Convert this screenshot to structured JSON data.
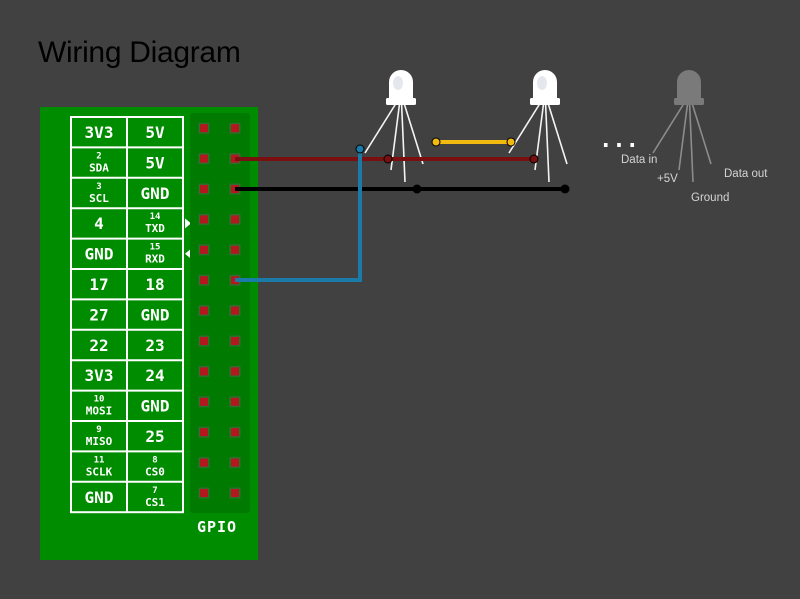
{
  "title": "Wiring Diagram",
  "header_label": "GPIO",
  "ellipsis": "...",
  "colors": {
    "background": "#414141",
    "board": "#008c00",
    "pin": "#b3181d",
    "wire_5v": "#7a0f0f",
    "wire_ground": "#000000",
    "wire_data": "#1a7aa8",
    "wire_link": "#f2b90e",
    "led": "#ffffff",
    "led_faded": "#7a7a7a"
  },
  "pin_rows": [
    {
      "left": {
        "main": "3V3",
        "sub": ""
      },
      "right": {
        "main": "5V",
        "sub": ""
      }
    },
    {
      "left": {
        "main": "SDA",
        "sub": "2"
      },
      "right": {
        "main": "5V",
        "sub": ""
      }
    },
    {
      "left": {
        "main": "SCL",
        "sub": "3"
      },
      "right": {
        "main": "GND",
        "sub": ""
      }
    },
    {
      "left": {
        "main": "4",
        "sub": ""
      },
      "right": {
        "main": "TXD",
        "sub": "14",
        "arrow": "right"
      }
    },
    {
      "left": {
        "main": "GND",
        "sub": ""
      },
      "right": {
        "main": "RXD",
        "sub": "15",
        "arrow": "left"
      }
    },
    {
      "left": {
        "main": "17",
        "sub": ""
      },
      "right": {
        "main": "18",
        "sub": ""
      }
    },
    {
      "left": {
        "main": "27",
        "sub": ""
      },
      "right": {
        "main": "GND",
        "sub": ""
      }
    },
    {
      "left": {
        "main": "22",
        "sub": ""
      },
      "right": {
        "main": "23",
        "sub": ""
      }
    },
    {
      "left": {
        "main": "3V3",
        "sub": ""
      },
      "right": {
        "main": "24",
        "sub": ""
      }
    },
    {
      "left": {
        "main": "MOSI",
        "sub": "10"
      },
      "right": {
        "main": "GND",
        "sub": ""
      }
    },
    {
      "left": {
        "main": "MISO",
        "sub": "9"
      },
      "right": {
        "main": "25",
        "sub": ""
      }
    },
    {
      "left": {
        "main": "SCLK",
        "sub": "11"
      },
      "right": {
        "main": "CS0",
        "sub": "8"
      }
    },
    {
      "left": {
        "main": "GND",
        "sub": ""
      },
      "right": {
        "main": "CS1",
        "sub": "7"
      }
    }
  ],
  "led_legs": {
    "data_in": "Data in",
    "plus_5v": "+5V",
    "ground": "Ground",
    "data_out": "Data out"
  }
}
